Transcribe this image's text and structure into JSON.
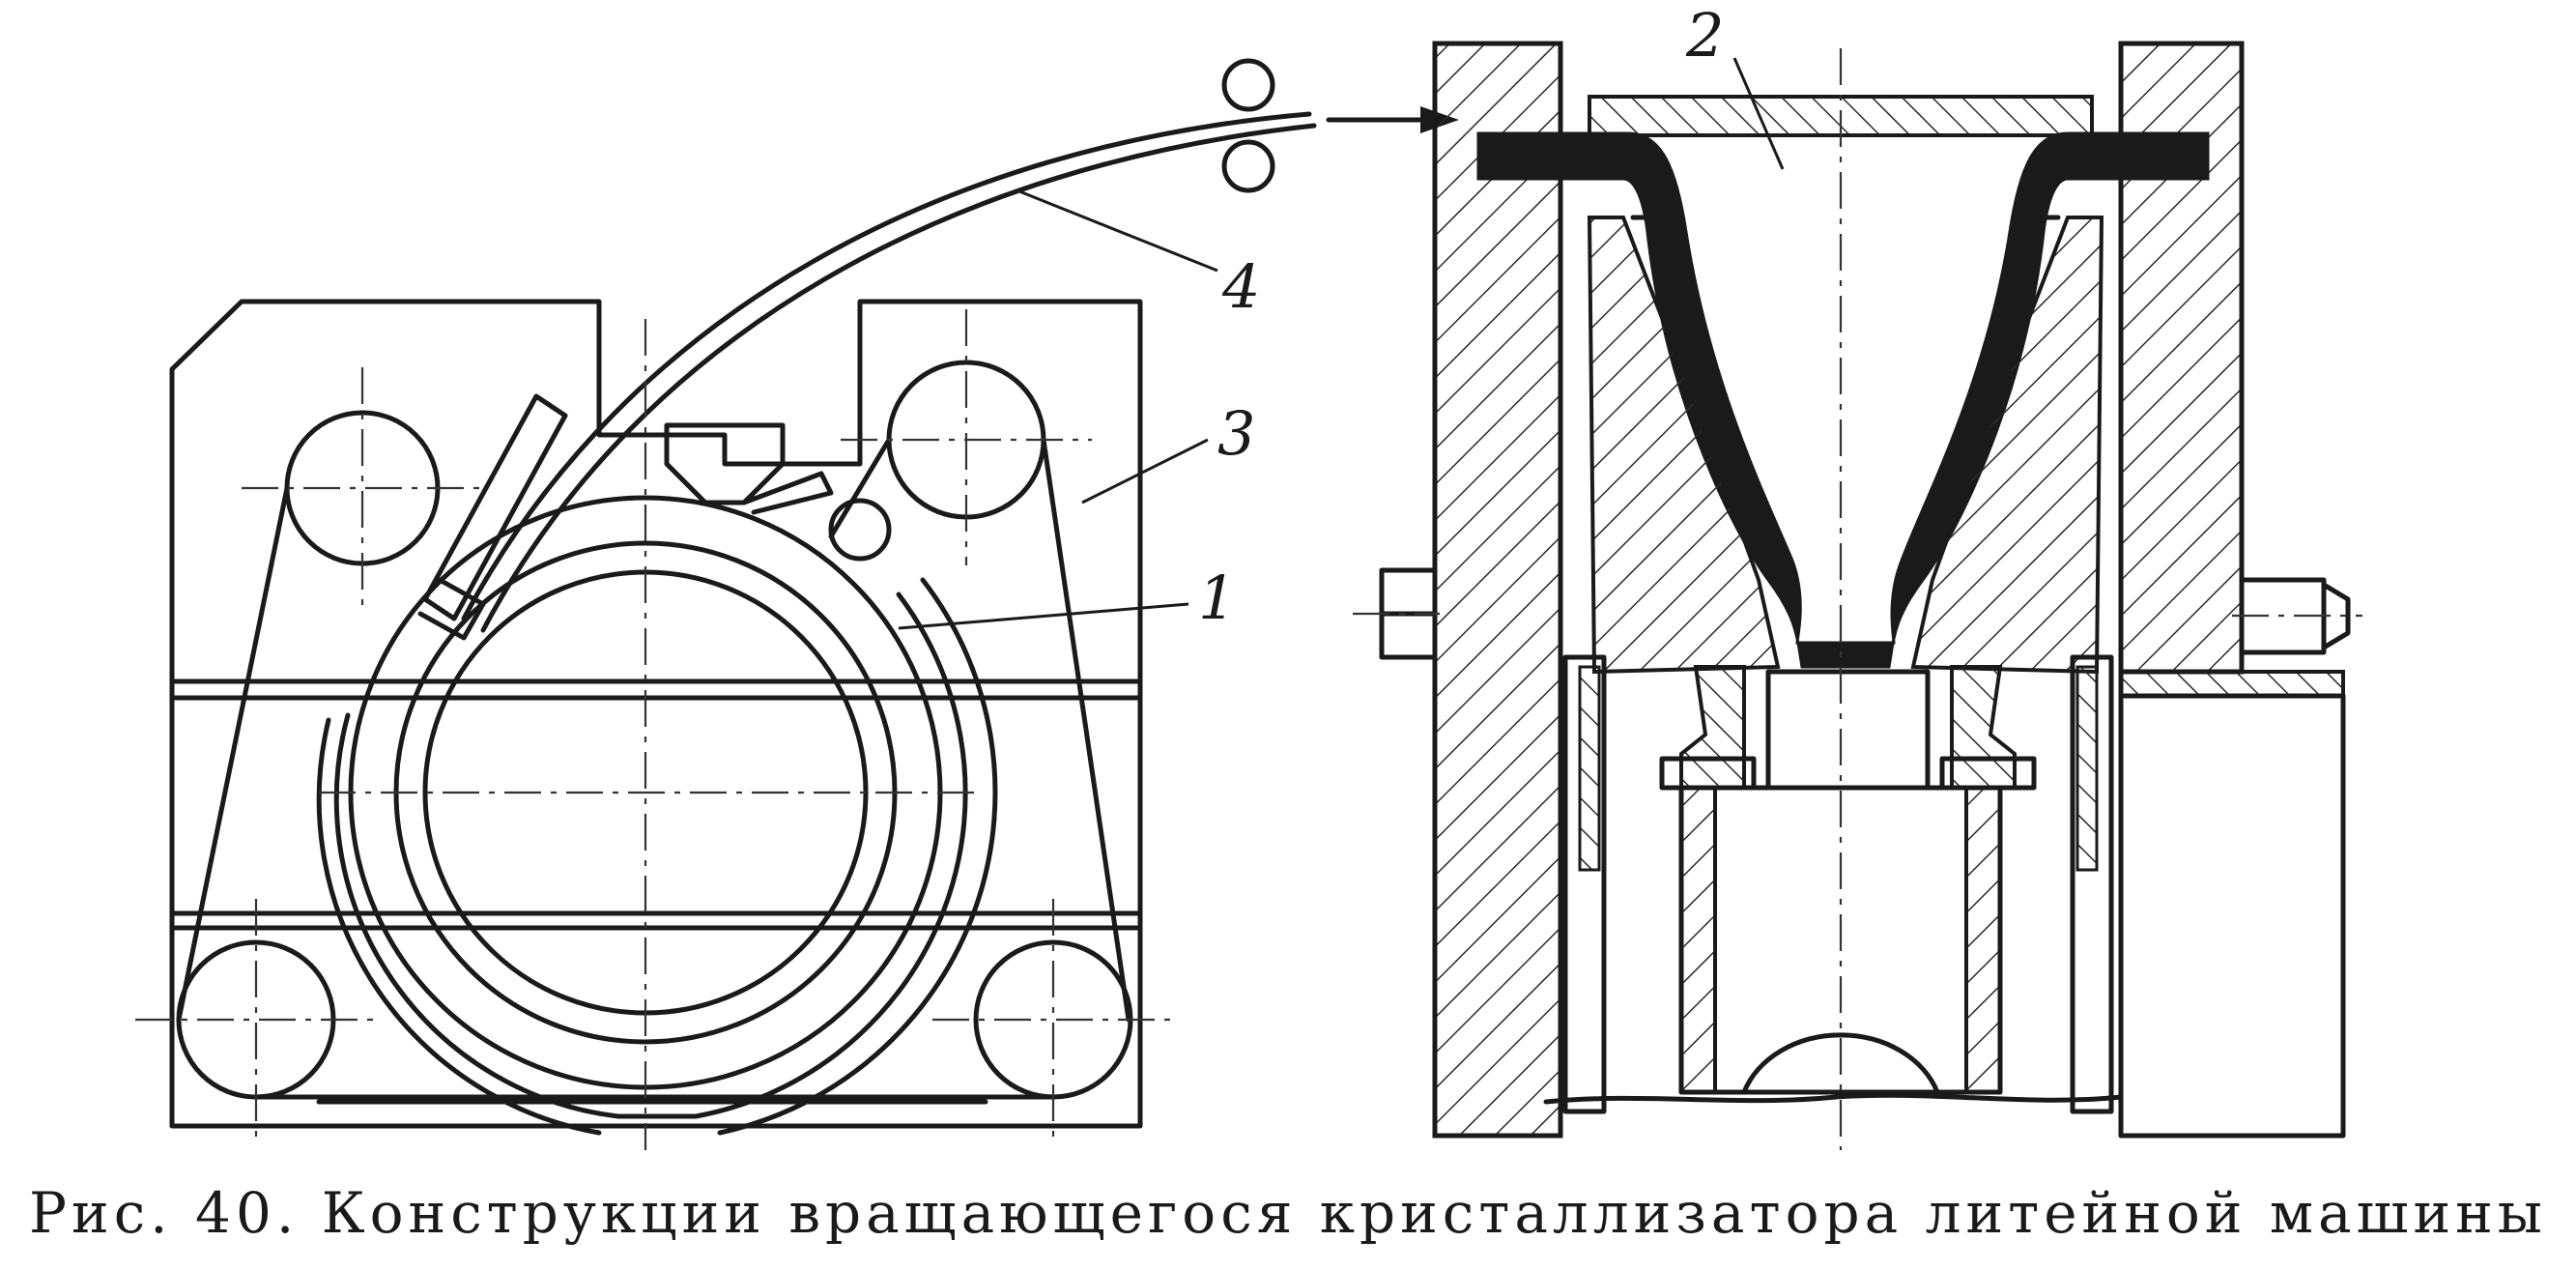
{
  "labels": {
    "l1": "1",
    "l2": "2",
    "l3": "3",
    "l4": "4"
  },
  "caption": "Рис. 40. Конструкции вращающегося кристаллизатора литейной машины"
}
